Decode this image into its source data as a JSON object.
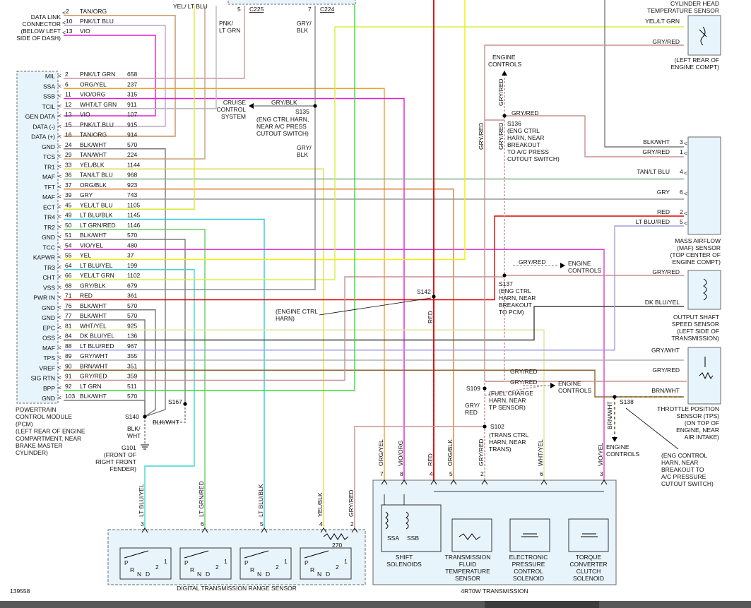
{
  "diagram_id": "139558",
  "pcm": {
    "title_lines": [
      "POWERTRAIN",
      "CONTROL MODULE",
      "(PCM)",
      "(LEFT REAR OF ENGINE",
      "COMPARTMENT, NEAR",
      "BRAKE MASTER",
      "CYLINDER)"
    ],
    "pins": [
      {
        "label": "MIL",
        "pin": "2",
        "wire": "PNK/LT GRN",
        "circuit": "658",
        "color": "#c99a9a"
      },
      {
        "label": "SSA",
        "pin": "6",
        "wire": "ORG/YEL",
        "circuit": "237",
        "color": "#f0a030"
      },
      {
        "label": "SSB",
        "pin": "11",
        "wire": "VIO/ORG",
        "circuit": "315",
        "color": "#e020d0"
      },
      {
        "label": "TCIL",
        "pin": "12",
        "wire": "WHT/LT GRN",
        "circuit": "911",
        "color": "#b8b8b8"
      },
      {
        "label": "GEN DATA",
        "pin": "13",
        "wire": "VIO",
        "circuit": "107",
        "color": "#e020d0"
      },
      {
        "label": "DATA (-)",
        "pin": "15",
        "wire": "PNK/LT BLU",
        "circuit": "915",
        "color": "#c0a0d0"
      },
      {
        "label": "DATA (+)",
        "pin": "16",
        "wire": "TAN/ORG",
        "circuit": "914",
        "color": "#c89060"
      },
      {
        "label": "GND",
        "pin": "24",
        "wire": "BLK/WHT",
        "circuit": "570",
        "color": "#7a7a7a"
      },
      {
        "label": "TCS",
        "pin": "29",
        "wire": "TAN/WHT",
        "circuit": "224",
        "color": "#c8a080"
      },
      {
        "label": "TR1",
        "pin": "33",
        "wire": "YEL/BLK",
        "circuit": "1144",
        "color": "#e6d84a"
      },
      {
        "label": "MAF",
        "pin": "36",
        "wire": "TAN/LT BLU",
        "circuit": "968",
        "color": "#80b090"
      },
      {
        "label": "TFT",
        "pin": "37",
        "wire": "ORG/BLK",
        "circuit": "923",
        "color": "#d88040"
      },
      {
        "label": "MAF",
        "pin": "39",
        "wire": "GRY",
        "circuit": "743",
        "color": "#9a9a9a"
      },
      {
        "label": "ECT",
        "pin": "45",
        "wire": "YEL/LT BLU",
        "circuit": "1105",
        "color": "#d8e830"
      },
      {
        "label": "TR4",
        "pin": "49",
        "wire": "LT BLU/BLK",
        "circuit": "1145",
        "color": "#30c8d8"
      },
      {
        "label": "TR2",
        "pin": "50",
        "wire": "LT GRN/RED",
        "circuit": "1146",
        "color": "#60d060"
      },
      {
        "label": "GND",
        "pin": "51",
        "wire": "BLK/WHT",
        "circuit": "570",
        "color": "#7a7a7a"
      },
      {
        "label": "TCC",
        "pin": "54",
        "wire": "VIO/YEL",
        "circuit": "480",
        "color": "#e040c0"
      },
      {
        "label": "KAPWR",
        "pin": "55",
        "wire": "YEL",
        "circuit": "37",
        "color": "#f0f000"
      },
      {
        "label": "TR3",
        "pin": "64",
        "wire": "LT BLU/YEL",
        "circuit": "199",
        "color": "#40d8c8"
      },
      {
        "label": "CHT",
        "pin": "66",
        "wire": "YEL/LT GRN",
        "circuit": "1102",
        "color": "#d8f040"
      },
      {
        "label": "VSS",
        "pin": "68",
        "wire": "GRY/BLK",
        "circuit": "679",
        "color": "#8a8a8a"
      },
      {
        "label": "PWR IN",
        "pin": "71",
        "wire": "RED",
        "circuit": "361",
        "color": "#e00000"
      },
      {
        "label": "GND",
        "pin": "76",
        "wire": "BLK/WHT",
        "circuit": "570",
        "color": "#7a7a7a"
      },
      {
        "label": "GND",
        "pin": "77",
        "wire": "BLK/WHT",
        "circuit": "570",
        "color": "#7a7a7a"
      },
      {
        "label": "EPC",
        "pin": "81",
        "wire": "WHT/YEL",
        "circuit": "925",
        "color": "#e0e0a0"
      },
      {
        "label": "OSS",
        "pin": "84",
        "wire": "DK BLU/YEL",
        "circuit": "136",
        "color": "#404040"
      },
      {
        "label": "MAF",
        "pin": "88",
        "wire": "LT BLU/RED",
        "circuit": "967",
        "color": "#a0a0e0"
      },
      {
        "label": "TPS",
        "pin": "89",
        "wire": "GRY/WHT",
        "circuit": "355",
        "color": "#b0b0b0"
      },
      {
        "label": "VREF",
        "pin": "90",
        "wire": "BRN/WHT",
        "circuit": "351",
        "color": "#8a6a30"
      },
      {
        "label": "SIG RTN",
        "pin": "91",
        "wire": "GRY/RED",
        "circuit": "359",
        "color": "#c89090"
      },
      {
        "label": "BPP",
        "pin": "92",
        "wire": "LT GRN",
        "circuit": "511",
        "color": "#30e030"
      },
      {
        "label": "GND",
        "pin": "103",
        "wire": "BLK/WHT",
        "circuit": "570",
        "color": "#7a7a7a"
      }
    ]
  },
  "dlc": {
    "title_lines": [
      "DATA LINK",
      "CONNECTOR",
      "(BELOW LEFT",
      "SIDE OF DASH)"
    ],
    "pins": [
      {
        "pin": "2",
        "wire": "TAN/ORG"
      },
      {
        "pin": "10",
        "wire": "PNK/LT BLU"
      },
      {
        "pin": "13",
        "wire": "VIO"
      }
    ]
  },
  "top_items": {
    "yel_lt_blu": "YEL/ LT BLU",
    "c225_pin": "5",
    "c225": "C225",
    "c224_pin": "7",
    "c224": "C224",
    "pnk_lt_grn": [
      "PNK/",
      "LT GRN"
    ],
    "gry_blk": [
      "GRY/",
      "BLK"
    ]
  },
  "cruise": {
    "wire": "GRY/BLK",
    "title_lines": [
      "CRUISE",
      "CONTROL",
      "SYSTEM"
    ],
    "splice": "S135",
    "splice_lines": [
      "(ENG CTRL HARN,",
      "NEAR A/C PRESS",
      "CUTOUT SWITCH)"
    ],
    "wire_down": [
      "GRY/",
      "BLK"
    ]
  },
  "engine_controls": "ENGINE CONTROLS",
  "s136": {
    "id": "S136",
    "wire": "GRY/RED",
    "lines": [
      "(ENG CTRL",
      "HARN, NEAR",
      "BREAKOUT",
      "TO A/C PRESS",
      "CUTOUT SWITCH)"
    ]
  },
  "s137": {
    "id": "S137",
    "wire": "GRY/RED",
    "lines": [
      "(ENG CTRL",
      "HARN, NEAR",
      "BREAKOUT",
      "TO PCM)"
    ]
  },
  "s142": {
    "id": "S142",
    "harn_lines": [
      "(ENGINE CTRL",
      "HARN)"
    ]
  },
  "s109": {
    "id": "S109",
    "wire": "GRY/RED",
    "lines": [
      "(FUEL CHARGE",
      "HARN, NEAR",
      "TP SENSOR)"
    ]
  },
  "s102": {
    "id": "S102",
    "lines": [
      "(TRANS CTRL",
      "HARN, NEAR",
      "TRANS)"
    ]
  },
  "s138": {
    "id": "S138",
    "lines": [
      "(ENG CONTROL",
      "HARN, NEAR",
      "BREAKOUT TO",
      "A/C PRESSURE",
      "CUTOUT SWITCH)"
    ]
  },
  "s140": {
    "id": "S140"
  },
  "s167": {
    "id": "S167",
    "wire": "BLK/WHT"
  },
  "ground": {
    "id": "G101",
    "wire": [
      "BLK/",
      "WHT"
    ],
    "lines": [
      "(FRONT OF",
      "RIGHT FRONT",
      "FENDER)"
    ]
  },
  "vertical_labels": {
    "gry_red": "GRY/RED",
    "red": "RED",
    "brn_wht": "BRN/WHT",
    "gry_red_s102": [
      "GRY/",
      "RED"
    ]
  },
  "cht_sensor": {
    "title_lines": [
      "CYLINDER HEAD",
      "TEMPERATURE SENSOR",
      "(LEFT REAR OF",
      "ENGINE COMPT)"
    ],
    "wires": [
      "YEL/LT GRN",
      "GRY/RED"
    ]
  },
  "maf_sensor": {
    "title_lines": [
      "MASS AIRFLOW",
      "(MAF) SENSOR",
      "(TOP CENTER OF",
      "ENGINE COMPT)"
    ],
    "pins": [
      {
        "pin": "3",
        "wire": "BLK/WHT"
      },
      {
        "pin": "1",
        "wire": "GRY/RED"
      },
      {
        "pin": "4",
        "wire": "TAN/LT BLU"
      },
      {
        "pin": "6",
        "wire": "GRY"
      },
      {
        "pin": "2",
        "wire": "RED"
      },
      {
        "pin": "5",
        "wire": "LT BLU/RED"
      }
    ]
  },
  "oss_sensor": {
    "title_lines": [
      "OUTPUT SHAFT",
      "SPEED SENSOR",
      "(LEFT SIDE OF",
      "TRANSMISSION)"
    ],
    "wires": [
      "GRY/RED",
      "DK BLU/YEL"
    ]
  },
  "tps_sensor": {
    "title_lines": [
      "THROTTLE POSITION",
      "SENSOR (TPS)",
      "(ON TOP OF",
      "ENGINE, NEAR",
      "AIR INTAKE)"
    ],
    "wires": [
      "GRY/WHT",
      "GRY/RED",
      "BRN/WHT"
    ]
  },
  "transmission": {
    "title": "4R70W TRANSMISSION",
    "pins": [
      {
        "pin": "7",
        "wire": "ORG/YEL"
      },
      {
        "pin": "8",
        "wire": "VIO/ORG"
      },
      {
        "pin": "4",
        "wire": "RED"
      },
      {
        "pin": "5",
        "wire": "ORG/BLK"
      },
      {
        "pin": "2",
        "wire": "GRY/RED"
      },
      {
        "pin": "6",
        "wire": "WHT/YEL"
      },
      {
        "pin": "3",
        "wire": "VIO/YEL"
      }
    ],
    "ssa": "SSA",
    "ssb": "SSB",
    "components": [
      [
        "SHIFT",
        "SOLENOIDS"
      ],
      [
        "TRANSMISSION",
        "FLUID",
        "TEMPERATURE",
        "SENSOR"
      ],
      [
        "ELECTRONIC",
        "PRESSURE",
        "CONTROL",
        "SOLENOID"
      ],
      [
        "TORQUE",
        "CONVERTER",
        "CLUTCH",
        "SOLENOID"
      ]
    ]
  },
  "dtr_sensor": {
    "title": "DIGITAL TRANSMISSION RANGE SENSOR",
    "resistor": "270",
    "pins": [
      {
        "pin": "3",
        "wire": "LT BLU/YEL"
      },
      {
        "pin": "6",
        "wire": "LT GRN/RED"
      },
      {
        "pin": "5",
        "wire": "LT BLU/BLK"
      },
      {
        "pin": "4",
        "wire": "YEL/BLK"
      },
      {
        "pin": "2",
        "wire": "GRY/RED"
      }
    ],
    "switch_labels": [
      "P",
      "R",
      "N",
      "D",
      "2",
      "1"
    ]
  }
}
